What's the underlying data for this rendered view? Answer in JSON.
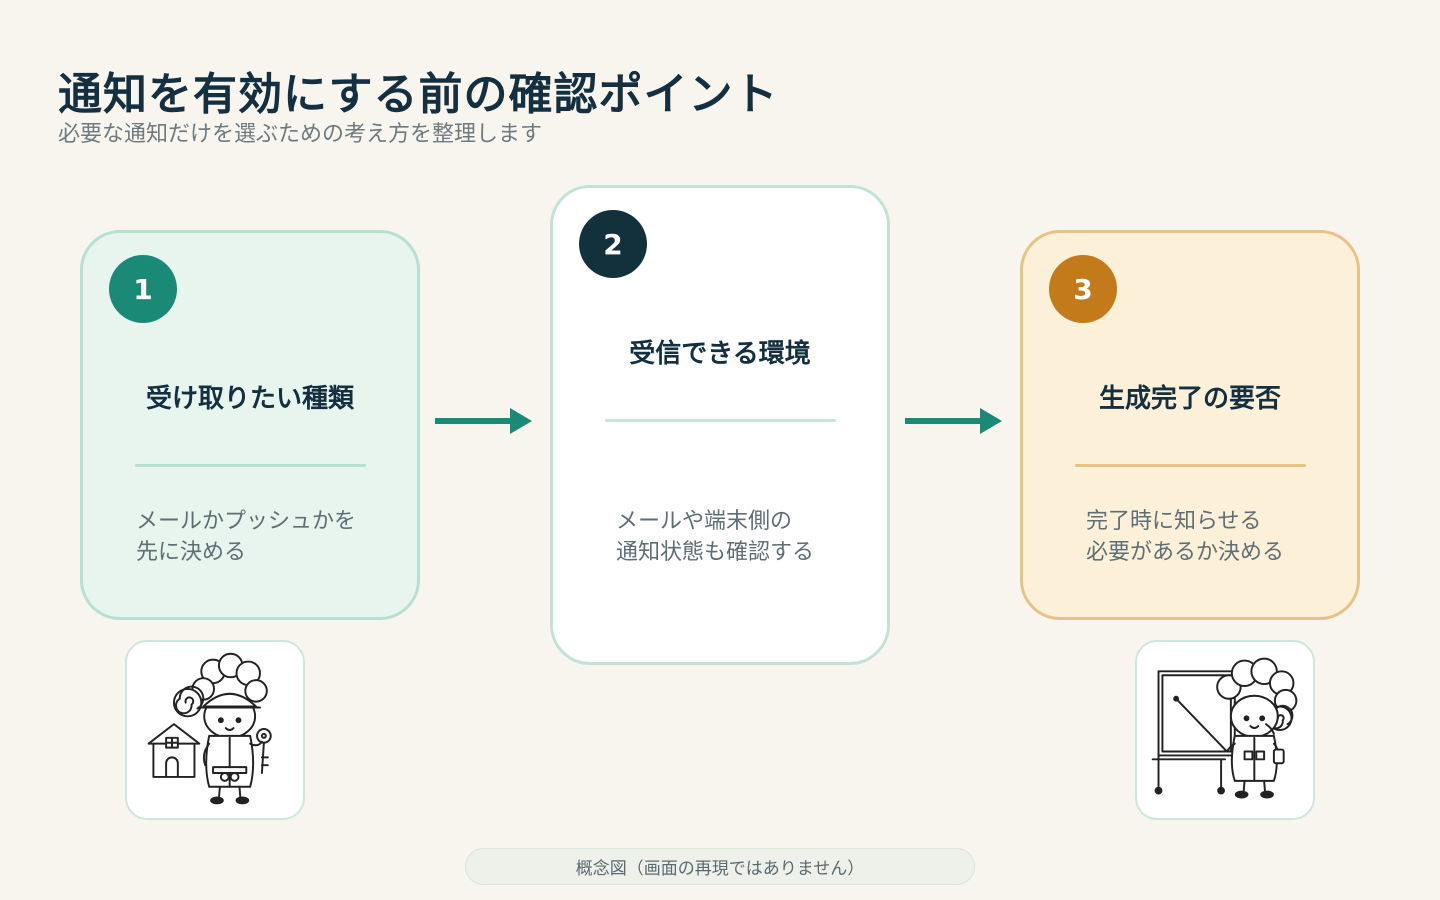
{
  "header": {
    "title": "通知を有効にする前の確認ポイント",
    "subtitle": "必要な通知だけを選ぶための考え方を整理します"
  },
  "steps": [
    {
      "number": "1",
      "heading": "受け取りたい種類",
      "body_lines": [
        "メールかプッシュかを",
        "先に決める"
      ],
      "color": "#1a8a76"
    },
    {
      "number": "2",
      "heading": "受信できる環境",
      "body_lines": [
        "メールや端末側の",
        "通知状態も確認する"
      ],
      "color": "#13303d"
    },
    {
      "number": "3",
      "heading": "生成完了の要否",
      "body_lines": [
        "完了時に知らせる",
        "必要があるか決める"
      ],
      "color": "#c27a1a"
    }
  ],
  "illustrations": {
    "left": "character-with-house-and-key-icon",
    "right": "character-pointing-at-whiteboard-icon"
  },
  "caption": "概念図（画面の再現ではありません）",
  "colors": {
    "background": "#f8f5ee",
    "arrow": "#1a8a76",
    "title": "#143040"
  }
}
